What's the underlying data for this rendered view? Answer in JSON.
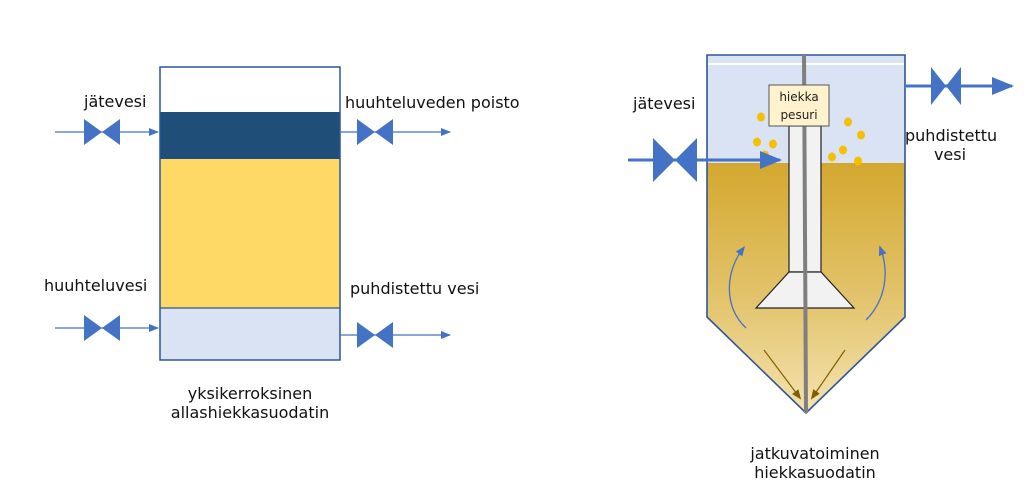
{
  "left_filter": {
    "inlet_label": "jätevesi",
    "backwash_out_label": "huuhteluveden poisto",
    "backwash_in_label": "huuhteluvesi",
    "clean_out_label": "puhdistettu vesi",
    "caption_line1": "yksikerroksinen",
    "caption_line2": "allashiekkasuodatin"
  },
  "right_filter": {
    "inlet_label": "jätevesi",
    "outlet_label_line1": "puhdistettu",
    "outlet_label_line2": "vesi",
    "washer_line1": "hiekka",
    "washer_line2": "pesuri",
    "caption_line1": "jatkuvatoiminen",
    "caption_line2": "hiekkasuodatin"
  },
  "colors": {
    "water": "#dae3f3",
    "sand": "#ffd966",
    "dark_layer": "#1f4e79",
    "pipe": "#4472c4",
    "border": "#2f5597",
    "sand_gradient_top": "#d4a82f",
    "sand_gradient_bottom": "#f4e3b0",
    "particles": "#f5c000"
  }
}
